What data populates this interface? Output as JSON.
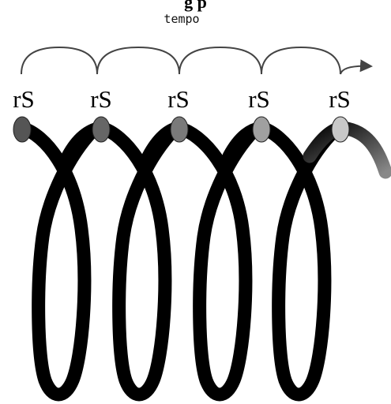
{
  "header": {
    "title_fragment": "g                      p",
    "time_label": "tempo"
  },
  "nodes": [
    {
      "label": "rS",
      "color": "#555555"
    },
    {
      "label": "rS",
      "color": "#666666"
    },
    {
      "label": "rS",
      "color": "#7a7a7a"
    },
    {
      "label": "rS",
      "color": "#a0a0a0"
    },
    {
      "label": "rS",
      "color": "#c8c8c8"
    }
  ],
  "colors": {
    "coil": "#000000",
    "arc": "#444444",
    "tail_end": "#888888"
  }
}
